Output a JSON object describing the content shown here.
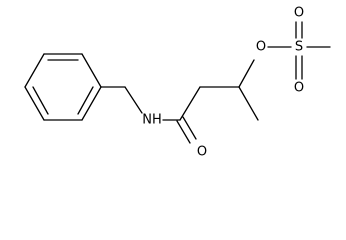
{
  "molecule": {
    "atoms": {
      "nh": "NH",
      "carbonyl_o": "O",
      "ester_o": "O",
      "sulfur": "S",
      "sulfonyl_o_top": "O",
      "sulfonyl_o_bottom": "O"
    },
    "colors": {
      "bond": "#000000",
      "text": "#000000",
      "background": "#ffffff"
    }
  }
}
